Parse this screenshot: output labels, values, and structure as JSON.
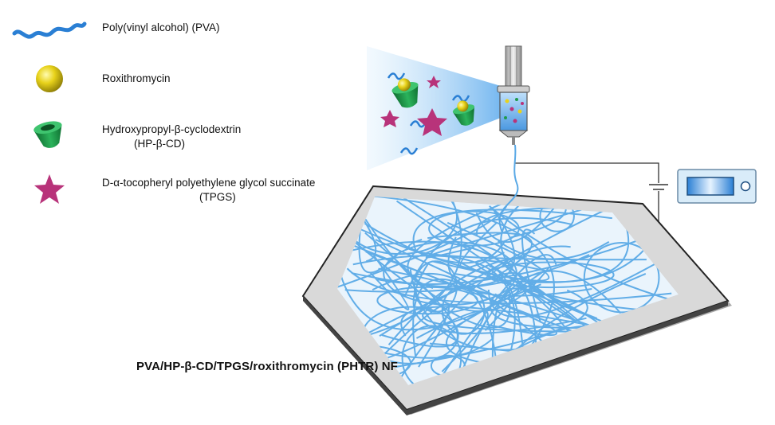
{
  "legend": [
    {
      "icon": "pva-chain-icon",
      "label": "Poly(vinyl alcohol) (PVA)"
    },
    {
      "icon": "roxithromycin-sphere-icon",
      "label": "Roxithromycin"
    },
    {
      "icon": "cyclodextrin-cone-icon",
      "label": "Hydroxypropyl-β-cyclodextrin",
      "label2": "(HP-β-CD)"
    },
    {
      "icon": "tpgs-star-icon",
      "label": "D-α-tocopheryl polyethylene glycol succinate",
      "label2": "(TPGS)"
    }
  ],
  "caption": "PVA/HP-β-CD/TPGS/roxithromycin  (PHTR) NF",
  "colors": {
    "pva_blue": "#2a7fd4",
    "roxithromycin_yellow": "#e8d21a",
    "cyclodextrin_green": "#1f9a4a",
    "tpgs_magenta": "#b8337a",
    "fiber_blue": "#5aa9e6",
    "collector_grey": "#d9d9d9"
  }
}
